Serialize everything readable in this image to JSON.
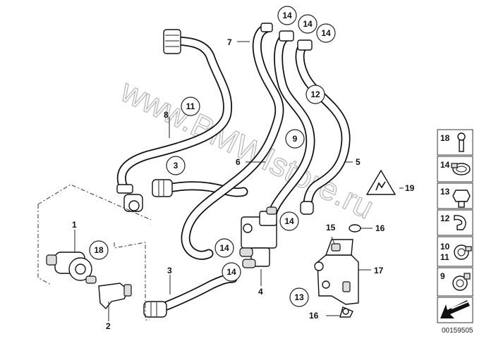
{
  "watermark": "www.BMWIstore.ru",
  "diagram_code": "00159505",
  "callouts": {
    "p1": "1",
    "p2": "2",
    "p3": "3",
    "p4": "4",
    "p5": "5",
    "p6": "6",
    "p7": "7",
    "p8": "8",
    "p15": "15",
    "p16a": "16",
    "p16b": "16",
    "p17": "17",
    "p19": "19"
  },
  "circled": {
    "c14a": "14",
    "c14b": "14",
    "c14c": "14",
    "c14d": "14",
    "c14e": "14",
    "c14f": "14",
    "c11": "11",
    "c12": "12",
    "c9": "9",
    "c3": "3",
    "c18": "18",
    "c13": "13"
  },
  "legend": [
    "18",
    "14",
    "13",
    "12",
    "10",
    "11",
    "9"
  ]
}
